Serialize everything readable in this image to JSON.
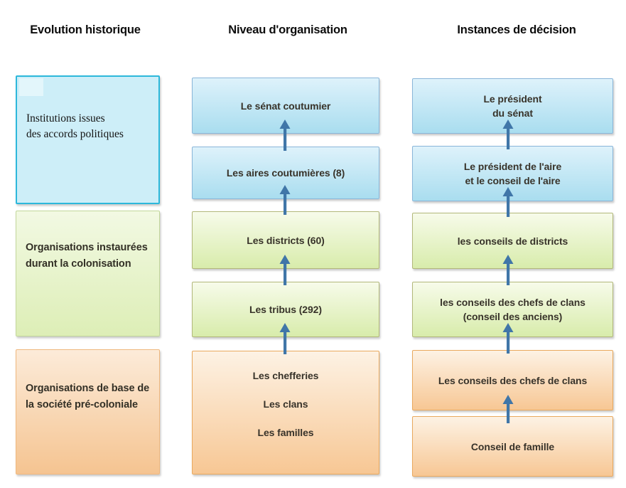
{
  "headers": {
    "evolution": "Evolution historique",
    "organisation": "Niveau d'organisation",
    "decision": "Instances de décision"
  },
  "era": {
    "boxes": [
      {
        "label": "Institutions issues\ndes accords politiques",
        "color": "blue"
      },
      {
        "label": "Organisations instaurées\ndurant la colonisation",
        "color": "green"
      },
      {
        "label": "Organisations de base de\nla société pré-coloniale",
        "color": "orange"
      }
    ]
  },
  "organisation": {
    "boxes": [
      {
        "label": "Le sénat coutumier",
        "color": "blue"
      },
      {
        "label": "Les aires coutumières (8)",
        "color": "blue"
      },
      {
        "label": "Les districts (60)",
        "color": "green"
      },
      {
        "label": "Les tribus (292)",
        "color": "green"
      },
      {
        "lines": [
          "Les chefferies",
          "Les clans",
          "Les familles"
        ],
        "color": "orange"
      }
    ]
  },
  "decision": {
    "boxes": [
      {
        "label": "Le président\ndu sénat",
        "color": "blue"
      },
      {
        "label": "Le président de l'aire\net le conseil de l'aire",
        "color": "blue"
      },
      {
        "label": "les conseils de districts",
        "color": "green"
      },
      {
        "label": "les conseils des chefs de clans\n(conseil des anciens)",
        "color": "green"
      },
      {
        "label": "Les conseils des chefs de clans",
        "color": "orange"
      },
      {
        "label": "Conseil de famille",
        "color": "orange"
      }
    ]
  },
  "colors": {
    "blue_top": "#def2fb",
    "blue_bottom": "#a9ddef",
    "blue_border": "#8ab6d9",
    "green_top": "#f7fbea",
    "green_bottom": "#d8ecab",
    "green_border": "#b2b87a",
    "orange_top": "#fdf2e4",
    "orange_bottom": "#f7c794",
    "orange_border": "#e9a95e",
    "era_blue_fill": "#cdeef8",
    "era_blue_border": "#2db8db",
    "era_green_top": "#f2f9e3",
    "era_green_bottom": "#ddeeb6",
    "era_green_border": "#c3d79b",
    "era_orange_top": "#fcebd9",
    "era_orange_bottom": "#f5c491",
    "era_orange_border": "#f0b87e",
    "arrow": "#4076a8"
  }
}
